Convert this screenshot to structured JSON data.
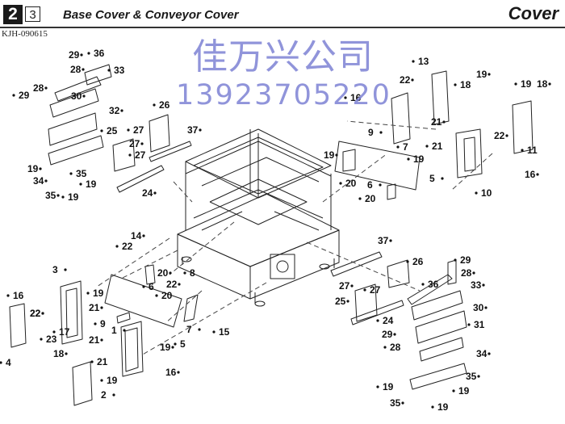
{
  "header": {
    "page_number": "2",
    "sub_number": "3",
    "title": "Base Cover & Conveyor Cover",
    "category": "Cover",
    "doc_code": "KJH-090615"
  },
  "watermark": {
    "line1": "佳万兴公司",
    "line2": "13923705220"
  },
  "callouts": [
    "29",
    "36",
    "28",
    "33",
    "28",
    "29",
    "30",
    "26",
    "32",
    "27",
    "37",
    "25",
    "27",
    "27",
    "19",
    "35",
    "34",
    "19",
    "35",
    "19",
    "24",
    "13",
    "19",
    "18",
    "22",
    "16",
    "21",
    "19",
    "18",
    "11",
    "22",
    "21",
    "16",
    "10",
    "19",
    "7",
    "9",
    "19",
    "5",
    "20",
    "6",
    "20",
    "14",
    "22",
    "37",
    "26",
    "20",
    "6",
    "22",
    "8",
    "27",
    "27",
    "25",
    "20",
    "3",
    "16",
    "22",
    "19",
    "21",
    "9",
    "7",
    "17",
    "21",
    "23",
    "22",
    "15",
    "1",
    "5",
    "19",
    "4",
    "18",
    "21",
    "16",
    "19",
    "2",
    "29",
    "28",
    "36",
    "33",
    "24",
    "29",
    "28",
    "30",
    "31",
    "34",
    "19",
    "35",
    "19",
    "35",
    "19"
  ],
  "colors": {
    "ink": "#111111",
    "watermark": "#7d82d4",
    "line": "#222222"
  }
}
